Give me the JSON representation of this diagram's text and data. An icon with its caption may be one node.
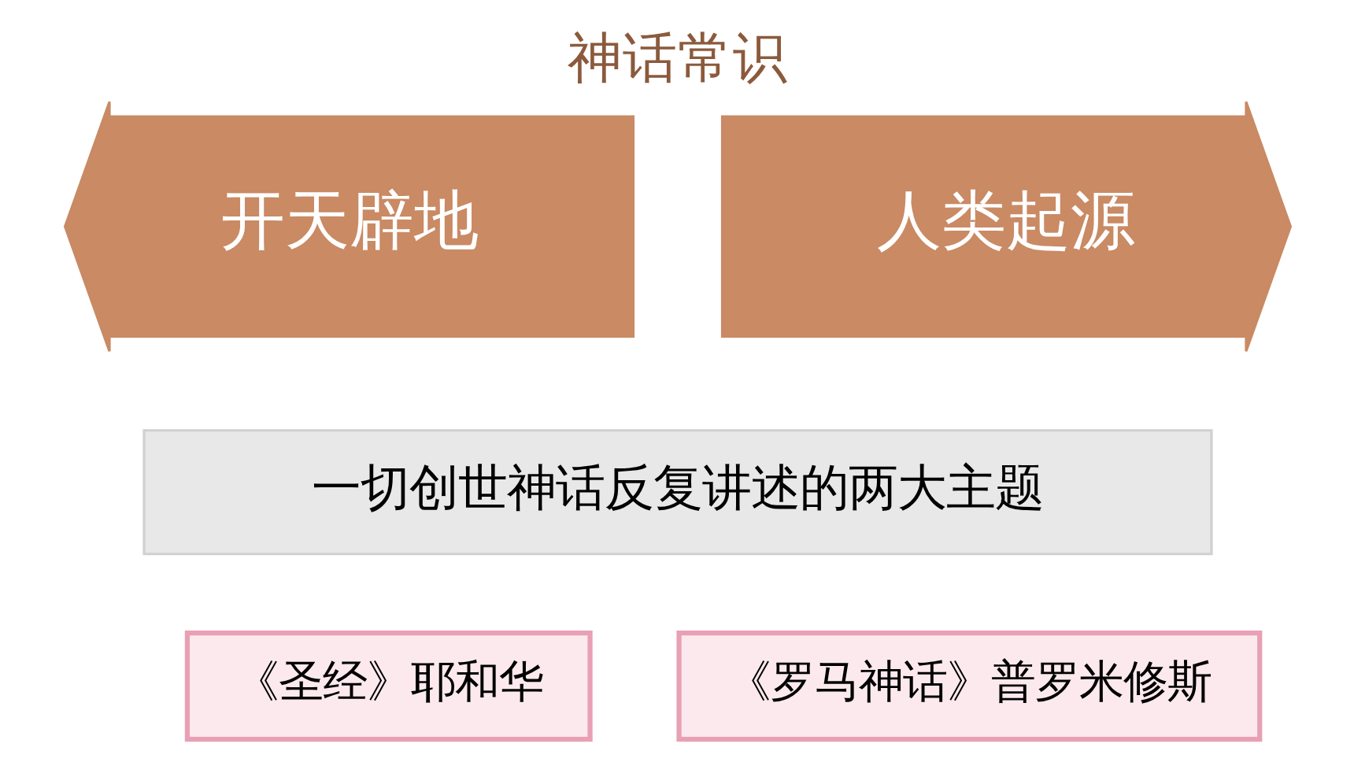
{
  "diagram": {
    "title": "神话常识",
    "nodes": [
      {
        "text": [
          "开天辟地"
        ]
      },
      {
        "text": [
          "人类起源"
        ]
      },
      {
        "text": [
          "一切创世神话反复讲述的两大主题"
        ]
      },
      {
        "text": [
          "《圣经》耶和华"
        ]
      },
      {
        "text": [
          "《罗马神话》普罗米修斯"
        ]
      }
    ]
  }
}
